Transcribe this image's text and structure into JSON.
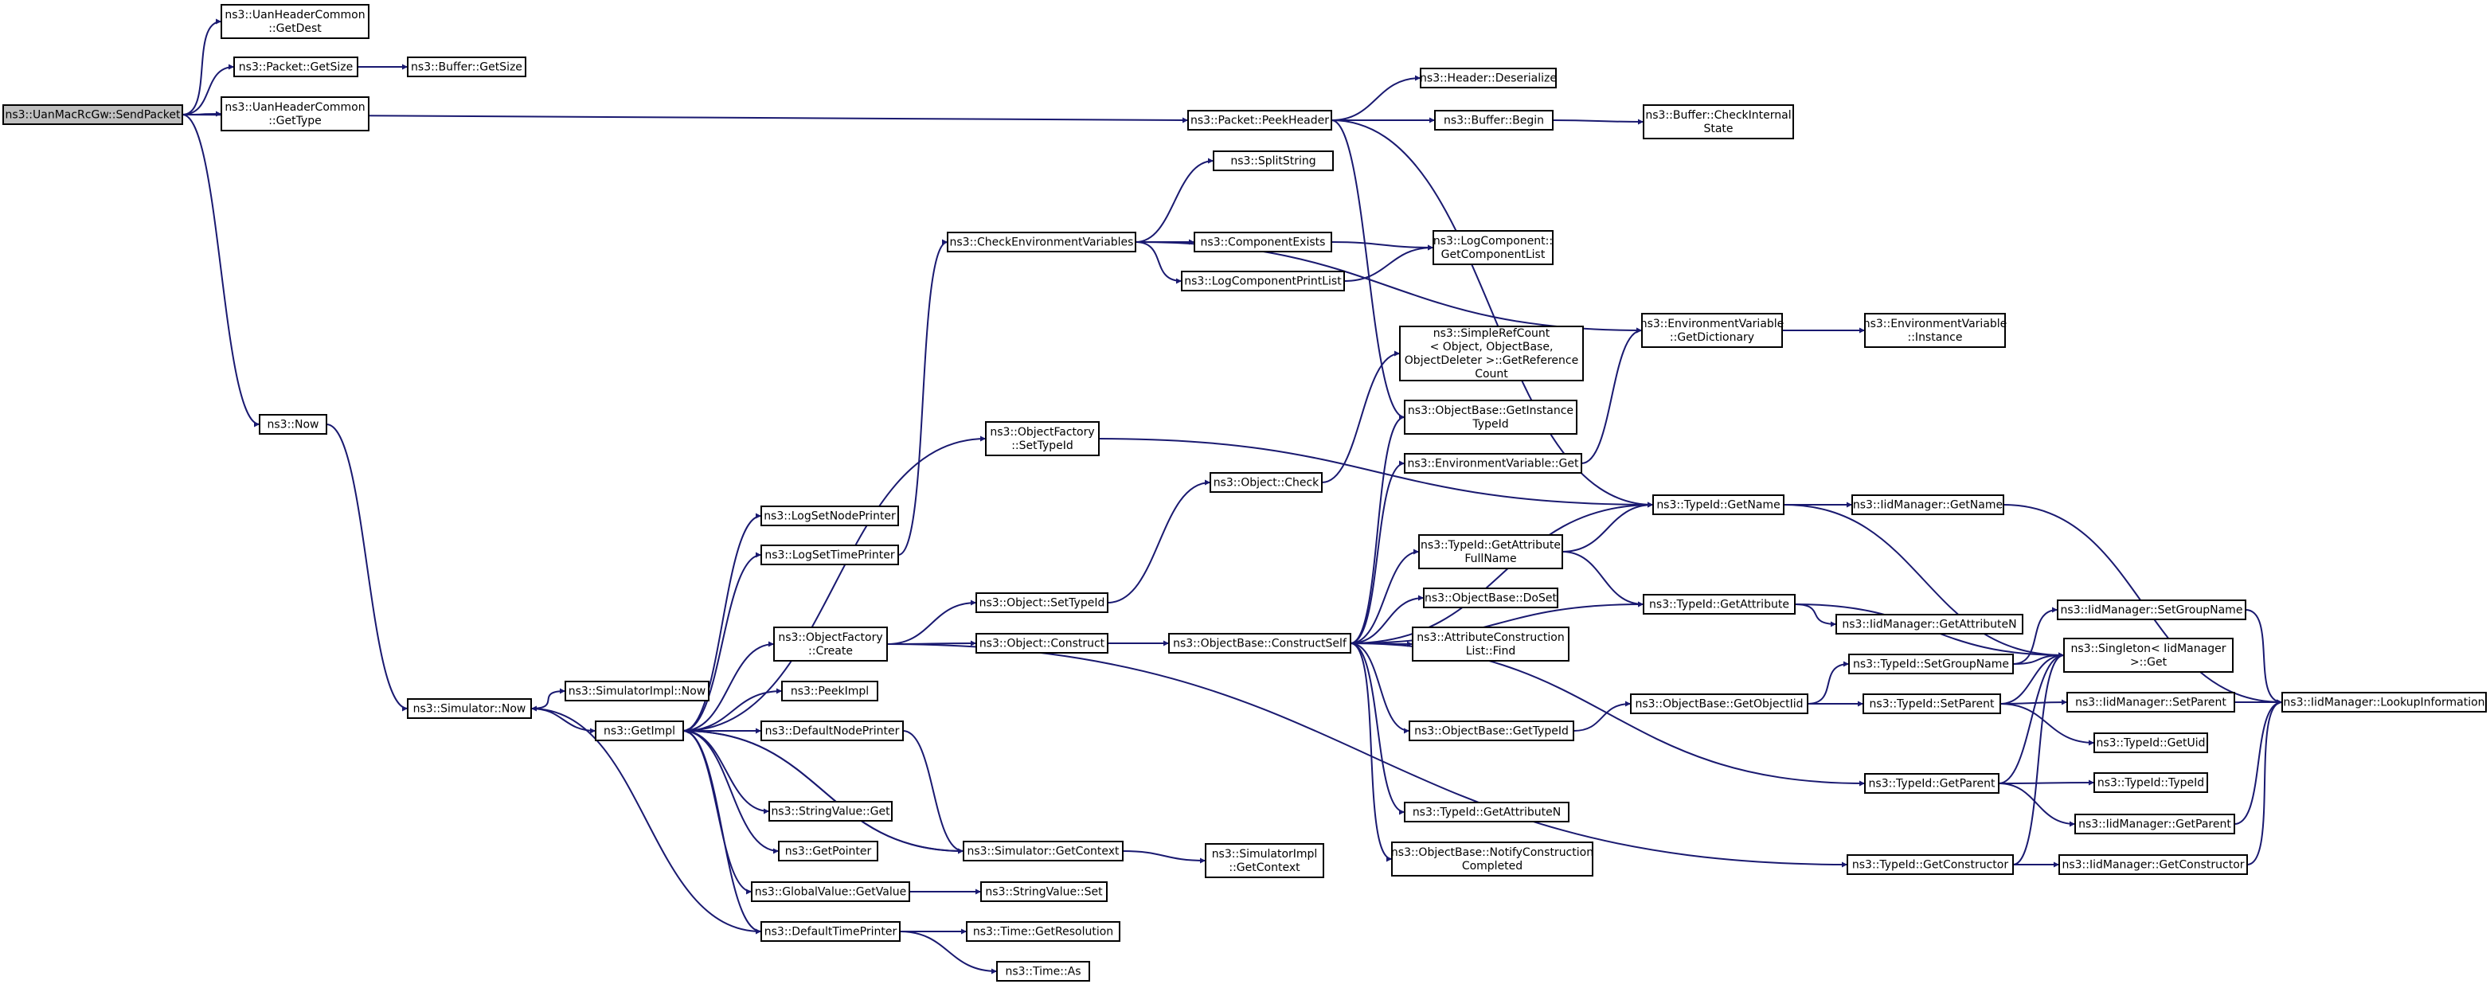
{
  "graph": {
    "title": "",
    "nodes": [
      {
        "id": "sendpacket",
        "lines": [
          "ns3::UanMacRcGw::SendPacket"
        ],
        "root": true
      },
      {
        "id": "uanhdr_getdest",
        "lines": [
          "ns3::UanHeaderCommon",
          "::GetDest"
        ]
      },
      {
        "id": "packet_getsize",
        "lines": [
          "ns3::Packet::GetSize"
        ]
      },
      {
        "id": "buffer_getsize",
        "lines": [
          "ns3::Buffer::GetSize"
        ]
      },
      {
        "id": "uanhdr_gettype",
        "lines": [
          "ns3::UanHeaderCommon",
          "::GetType"
        ]
      },
      {
        "id": "now",
        "lines": [
          "ns3::Now"
        ]
      },
      {
        "id": "sim_now",
        "lines": [
          "ns3::Simulator::Now"
        ]
      },
      {
        "id": "simimpl_now",
        "lines": [
          "ns3::SimulatorImpl::Now"
        ]
      },
      {
        "id": "getimpl",
        "lines": [
          "ns3::GetImpl"
        ]
      },
      {
        "id": "logsetnodeprinter",
        "lines": [
          "ns3::LogSetNodePrinter"
        ]
      },
      {
        "id": "logsettimeprinter",
        "lines": [
          "ns3::LogSetTimePrinter"
        ]
      },
      {
        "id": "objfactory_create",
        "lines": [
          "ns3::ObjectFactory",
          "::Create"
        ]
      },
      {
        "id": "peekimpl",
        "lines": [
          "ns3::PeekImpl"
        ]
      },
      {
        "id": "defaultnodeprinter",
        "lines": [
          "ns3::DefaultNodePrinter"
        ]
      },
      {
        "id": "stringvalue_get",
        "lines": [
          "ns3::StringValue::Get"
        ]
      },
      {
        "id": "getpointer",
        "lines": [
          "ns3::GetPointer"
        ]
      },
      {
        "id": "globalvalue_getvalue",
        "lines": [
          "ns3::GlobalValue::GetValue"
        ]
      },
      {
        "id": "defaulttimeprinter",
        "lines": [
          "ns3::DefaultTimePrinter"
        ]
      },
      {
        "id": "checkenvvars",
        "lines": [
          "ns3::CheckEnvironmentVariables"
        ]
      },
      {
        "id": "objfactory_settypeid",
        "lines": [
          "ns3::ObjectFactory",
          "::SetTypeId"
        ]
      },
      {
        "id": "object_settypeid",
        "lines": [
          "ns3::Object::SetTypeId"
        ]
      },
      {
        "id": "object_construct",
        "lines": [
          "ns3::Object::Construct"
        ]
      },
      {
        "id": "sim_getcontext",
        "lines": [
          "ns3::Simulator::GetContext"
        ]
      },
      {
        "id": "stringvalue_set",
        "lines": [
          "ns3::StringValue::Set"
        ]
      },
      {
        "id": "time_getresolution",
        "lines": [
          "ns3::Time::GetResolution"
        ]
      },
      {
        "id": "time_as",
        "lines": [
          "ns3::Time::As"
        ]
      },
      {
        "id": "packet_peekheader",
        "lines": [
          "ns3::Packet::PeekHeader"
        ]
      },
      {
        "id": "splitstring",
        "lines": [
          "ns3::SplitString"
        ]
      },
      {
        "id": "componentexists",
        "lines": [
          "ns3::ComponentExists"
        ]
      },
      {
        "id": "logcomponentprintlist",
        "lines": [
          "ns3::LogComponentPrintList"
        ]
      },
      {
        "id": "object_check",
        "lines": [
          "ns3::Object::Check"
        ]
      },
      {
        "id": "objbase_constructself",
        "lines": [
          "ns3::ObjectBase::ConstructSelf"
        ]
      },
      {
        "id": "simimpl_getcontext",
        "lines": [
          "ns3::SimulatorImpl",
          "::GetContext"
        ]
      },
      {
        "id": "header_deserialize",
        "lines": [
          "ns3::Header::Deserialize"
        ]
      },
      {
        "id": "buffer_begin",
        "lines": [
          "ns3::Buffer::Begin"
        ]
      },
      {
        "id": "logcomponent_getlist",
        "lines": [
          "ns3::LogComponent::",
          "GetComponentList"
        ]
      },
      {
        "id": "simplerefcount",
        "lines": [
          "ns3::SimpleRefCount",
          "< Object, ObjectBase,",
          "ObjectDeleter >::GetReference",
          "Count"
        ]
      },
      {
        "id": "objbase_getinstancetypeid",
        "lines": [
          "ns3::ObjectBase::GetInstance",
          "TypeId"
        ]
      },
      {
        "id": "envvar_get",
        "lines": [
          "ns3::EnvironmentVariable::Get"
        ]
      },
      {
        "id": "typeid_getattrfullname",
        "lines": [
          "ns3::TypeId::GetAttribute",
          "FullName"
        ]
      },
      {
        "id": "objbase_doset",
        "lines": [
          "ns3::ObjectBase::DoSet"
        ]
      },
      {
        "id": "attrconstructionlist_find",
        "lines": [
          "ns3::AttributeConstruction",
          "List::Find"
        ]
      },
      {
        "id": "objbase_gettypeid",
        "lines": [
          "ns3::ObjectBase::GetTypeId"
        ]
      },
      {
        "id": "typeid_getattributen",
        "lines": [
          "ns3::TypeId::GetAttributeN"
        ]
      },
      {
        "id": "objbase_notifyconstructioncompleted",
        "lines": [
          "ns3::ObjectBase::NotifyConstruction",
          "Completed"
        ]
      },
      {
        "id": "buffer_checkinternalstate",
        "lines": [
          "ns3::Buffer::CheckInternal",
          "State"
        ]
      },
      {
        "id": "envvar_getdictionary",
        "lines": [
          "ns3::EnvironmentVariable",
          "::GetDictionary"
        ]
      },
      {
        "id": "typeid_getname",
        "lines": [
          "ns3::TypeId::GetName"
        ]
      },
      {
        "id": "typeid_getattribute",
        "lines": [
          "ns3::TypeId::GetAttribute"
        ]
      },
      {
        "id": "objbase_getobjectiid",
        "lines": [
          "ns3::ObjectBase::GetObjectIid"
        ]
      },
      {
        "id": "envvar_instance",
        "lines": [
          "ns3::EnvironmentVariable",
          "::Instance"
        ]
      },
      {
        "id": "iidmgr_getname",
        "lines": [
          "ns3::IidManager::GetName"
        ]
      },
      {
        "id": "iidmgr_getattributen",
        "lines": [
          "ns3::IidManager::GetAttributeN"
        ]
      },
      {
        "id": "typeid_setgroupname",
        "lines": [
          "ns3::TypeId::SetGroupName"
        ]
      },
      {
        "id": "typeid_setparent",
        "lines": [
          "ns3::TypeId::SetParent"
        ]
      },
      {
        "id": "typeid_getparent",
        "lines": [
          "ns3::TypeId::GetParent"
        ]
      },
      {
        "id": "typeid_getconstructor",
        "lines": [
          "ns3::TypeId::GetConstructor"
        ]
      },
      {
        "id": "iidmgr_setgroupname",
        "lines": [
          "ns3::IidManager::SetGroupName"
        ]
      },
      {
        "id": "singleton_get",
        "lines": [
          "ns3::Singleton< IidManager",
          ">::Get"
        ]
      },
      {
        "id": "iidmgr_setparent",
        "lines": [
          "ns3::IidManager::SetParent"
        ]
      },
      {
        "id": "typeid_getuid",
        "lines": [
          "ns3::TypeId::GetUid"
        ]
      },
      {
        "id": "typeid_typeid",
        "lines": [
          "ns3::TypeId::TypeId"
        ]
      },
      {
        "id": "iidmgr_getparent",
        "lines": [
          "ns3::IidManager::GetParent"
        ]
      },
      {
        "id": "iidmgr_getconstructor",
        "lines": [
          "ns3::IidManager::GetConstructor"
        ]
      },
      {
        "id": "iidmgr_lookupinformation",
        "lines": [
          "ns3::IidManager::LookupInformation"
        ]
      }
    ],
    "edges": [
      [
        "sendpacket",
        "uanhdr_getdest"
      ],
      [
        "sendpacket",
        "packet_getsize"
      ],
      [
        "sendpacket",
        "uanhdr_gettype"
      ],
      [
        "sendpacket",
        "now"
      ],
      [
        "sendpacket",
        "packet_peekheader"
      ],
      [
        "packet_getsize",
        "buffer_getsize"
      ],
      [
        "now",
        "sim_now"
      ],
      [
        "sim_now",
        "simimpl_now"
      ],
      [
        "sim_now",
        "getimpl"
      ],
      [
        "getimpl",
        "logsetnodeprinter"
      ],
      [
        "getimpl",
        "logsettimeprinter"
      ],
      [
        "getimpl",
        "objfactory_create"
      ],
      [
        "getimpl",
        "peekimpl"
      ],
      [
        "getimpl",
        "defaultnodeprinter"
      ],
      [
        "getimpl",
        "stringvalue_get"
      ],
      [
        "getimpl",
        "getpointer"
      ],
      [
        "getimpl",
        "globalvalue_getvalue"
      ],
      [
        "getimpl",
        "defaulttimeprinter"
      ],
      [
        "getimpl",
        "objfactory_settypeid"
      ],
      [
        "getimpl",
        "sim_getcontext"
      ],
      [
        "logsettimeprinter",
        "checkenvvars"
      ],
      [
        "defaultnodeprinter",
        "sim_getcontext"
      ],
      [
        "defaulttimeprinter",
        "sim_now"
      ],
      [
        "defaulttimeprinter",
        "time_getresolution"
      ],
      [
        "defaulttimeprinter",
        "time_as"
      ],
      [
        "globalvalue_getvalue",
        "stringvalue_set"
      ],
      [
        "sim_getcontext",
        "getimpl"
      ],
      [
        "sim_getcontext",
        "simimpl_getcontext"
      ],
      [
        "objfactory_create",
        "object_settypeid"
      ],
      [
        "objfactory_create",
        "object_construct"
      ],
      [
        "objfactory_create",
        "typeid_getconstructor"
      ],
      [
        "objfactory_settypeid",
        "typeid_getname"
      ],
      [
        "object_settypeid",
        "object_check"
      ],
      [
        "object_construct",
        "objbase_constructself"
      ],
      [
        "object_check",
        "simplerefcount"
      ],
      [
        "checkenvvars",
        "splitstring"
      ],
      [
        "checkenvvars",
        "componentexists"
      ],
      [
        "checkenvvars",
        "logcomponentprintlist"
      ],
      [
        "checkenvvars",
        "envvar_getdictionary"
      ],
      [
        "componentexists",
        "logcomponent_getlist"
      ],
      [
        "logcomponentprintlist",
        "logcomponent_getlist"
      ],
      [
        "packet_peekheader",
        "header_deserialize"
      ],
      [
        "packet_peekheader",
        "buffer_begin"
      ],
      [
        "packet_peekheader",
        "objbase_getinstancetypeid"
      ],
      [
        "packet_peekheader",
        "typeid_getname"
      ],
      [
        "buffer_begin",
        "buffer_checkinternalstate"
      ],
      [
        "objbase_constructself",
        "objbase_getinstancetypeid"
      ],
      [
        "objbase_constructself",
        "envvar_get"
      ],
      [
        "objbase_constructself",
        "typeid_getname"
      ],
      [
        "objbase_constructself",
        "typeid_getattrfullname"
      ],
      [
        "objbase_constructself",
        "objbase_doset"
      ],
      [
        "objbase_constructself",
        "attrconstructionlist_find"
      ],
      [
        "objbase_constructself",
        "typeid_getattribute"
      ],
      [
        "objbase_constructself",
        "objbase_gettypeid"
      ],
      [
        "objbase_constructself",
        "typeid_getparent"
      ],
      [
        "objbase_constructself",
        "typeid_getattributen"
      ],
      [
        "objbase_constructself",
        "objbase_notifyconstructioncompleted"
      ],
      [
        "envvar_get",
        "envvar_getdictionary"
      ],
      [
        "envvar_getdictionary",
        "envvar_instance"
      ],
      [
        "typeid_getattrfullname",
        "typeid_getname"
      ],
      [
        "typeid_getattrfullname",
        "typeid_getattribute"
      ],
      [
        "typeid_getname",
        "iidmgr_getname"
      ],
      [
        "typeid_getname",
        "singleton_get"
      ],
      [
        "typeid_getattribute",
        "iidmgr_getattributen"
      ],
      [
        "typeid_getattribute",
        "singleton_get"
      ],
      [
        "objbase_gettypeid",
        "objbase_getobjectiid"
      ],
      [
        "objbase_getobjectiid",
        "typeid_setgroupname"
      ],
      [
        "objbase_getobjectiid",
        "typeid_setparent"
      ],
      [
        "typeid_setgroupname",
        "iidmgr_setgroupname"
      ],
      [
        "typeid_setgroupname",
        "singleton_get"
      ],
      [
        "typeid_setparent",
        "singleton_get"
      ],
      [
        "typeid_setparent",
        "iidmgr_setparent"
      ],
      [
        "typeid_setparent",
        "typeid_getuid"
      ],
      [
        "typeid_getparent",
        "singleton_get"
      ],
      [
        "typeid_getparent",
        "typeid_typeid"
      ],
      [
        "typeid_getparent",
        "iidmgr_getparent"
      ],
      [
        "typeid_getconstructor",
        "singleton_get"
      ],
      [
        "typeid_getconstructor",
        "iidmgr_getconstructor"
      ],
      [
        "iidmgr_getname",
        "iidmgr_lookupinformation"
      ],
      [
        "iidmgr_setgroupname",
        "iidmgr_lookupinformation"
      ],
      [
        "iidmgr_setparent",
        "iidmgr_lookupinformation"
      ],
      [
        "iidmgr_getparent",
        "iidmgr_lookupinformation"
      ],
      [
        "iidmgr_getconstructor",
        "iidmgr_lookupinformation"
      ]
    ]
  },
  "colors": {
    "edge": "#191970",
    "node_border": "#000000",
    "node_fill": "#ffffff",
    "root_fill": "#bfbfbf"
  }
}
